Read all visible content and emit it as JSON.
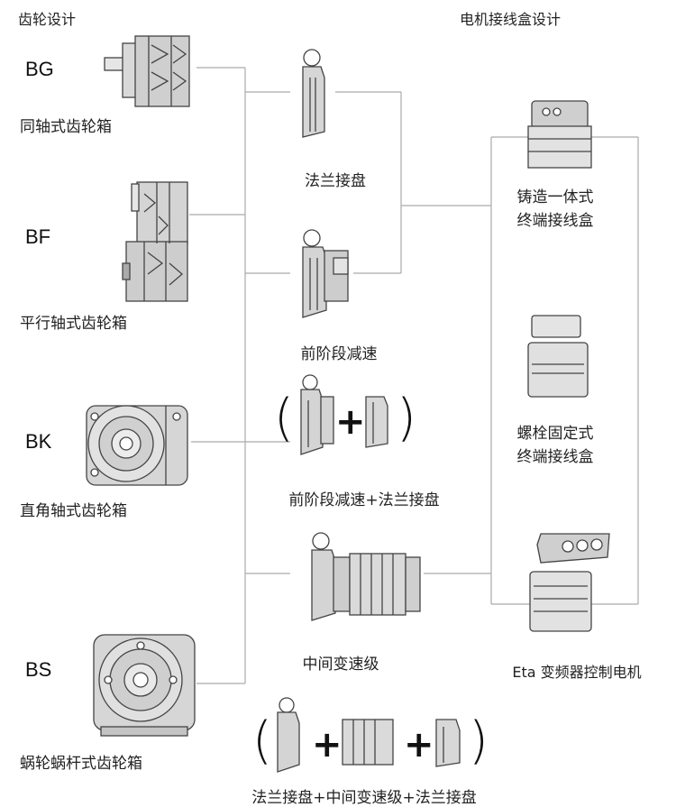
{
  "headings": {
    "gear_design": "齿轮设计",
    "junction_design": "电机接线盒设计"
  },
  "gearboxes": [
    {
      "code": "BG",
      "name": "同轴式齿轮箱"
    },
    {
      "code": "BF",
      "name": "平行轴式齿轮箱"
    },
    {
      "code": "BK",
      "name": "直角轴式齿轮箱"
    },
    {
      "code": "BS",
      "name": "蜗轮蜗杆式齿轮箱"
    }
  ],
  "modules": [
    {
      "name": "法兰接盘"
    },
    {
      "name": "前阶段减速"
    },
    {
      "name": "前阶段减速+法兰接盘"
    },
    {
      "name": "中间变速级"
    },
    {
      "name": "法兰接盘+中间变速级+法兰接盘"
    }
  ],
  "junction_boxes": [
    {
      "name_line1": "铸造一体式",
      "name_line2": "终端接线盒"
    },
    {
      "name_line1": "螺栓固定式",
      "name_line2": "终端接线盒"
    },
    {
      "name_line1": "Eta 变频器控制电机",
      "name_line2": ""
    }
  ],
  "symbols": {
    "open_paren": "(",
    "close_paren": ")",
    "plus": "+"
  }
}
